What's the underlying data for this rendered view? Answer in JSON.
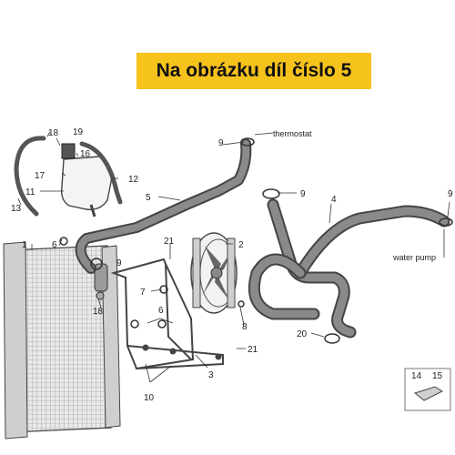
{
  "banner": {
    "text": "Na obrázku díl číslo 5",
    "color": "#f6c21c"
  },
  "annotations": {
    "thermostat": "thermostat",
    "water_pump": "water pump"
  },
  "callouts": {
    "c1": "1",
    "c2": "2",
    "c3": "3",
    "c4": "4",
    "c5": "5",
    "c6a": "6",
    "c6b": "6",
    "c7": "7",
    "c8": "8",
    "c9a": "9",
    "c9b": "9",
    "c9c": "9",
    "c9d": "9",
    "c10": "10",
    "c11": "11",
    "c12": "12",
    "c13": "13",
    "c14": "14",
    "c15": "15",
    "c16": "16",
    "c17": "17",
    "c18a": "18",
    "c18b": "18",
    "c19": "19",
    "c20": "20",
    "c21a": "21",
    "c21b": "21"
  },
  "colors": {
    "hose": "#555555",
    "hose_fill": "#7a7a7a",
    "line": "#333333"
  }
}
